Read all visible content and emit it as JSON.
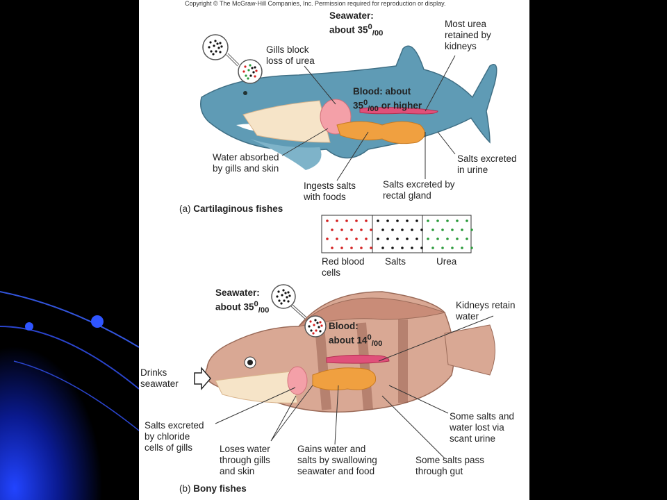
{
  "copyright": "Copyright © The McGraw-Hill Companies, Inc. Permission required for reproduction or display.",
  "shark": {
    "seawater": "Seawater:",
    "seawater_value": "about 35",
    "blood_1": "Blood: about",
    "blood_2": "35",
    "blood_3": " or higher",
    "urea_1": "Most urea",
    "urea_2": "retained by",
    "urea_3": "kidneys",
    "gills_1": "Gills block",
    "gills_2": "loss of urea",
    "water_1": "Water absorbed",
    "water_2": "by gills and skin",
    "ingests_1": "Ingests salts",
    "ingests_2": "with foods",
    "rectal_1": "Salts excreted by",
    "rectal_2": "rectal gland",
    "urine_1": "Salts excreted",
    "urine_2": "in urine",
    "caption_prefix": "(a)",
    "caption": "Cartilaginous fishes"
  },
  "legend": {
    "red_1": "Red blood",
    "red_2": "cells",
    "salts": "Salts",
    "urea": "Urea"
  },
  "bony": {
    "seawater": "Seawater:",
    "seawater_value": "about 35",
    "blood_1": "Blood:",
    "blood_2": "about 14",
    "kidneys_1": "Kidneys retain",
    "kidneys_2": "water",
    "drinks_1": "Drinks",
    "drinks_2": "seawater",
    "chloride_1": "Salts excreted",
    "chloride_2": "by chloride",
    "chloride_3": "cells of gills",
    "loses_1": "Loses water",
    "loses_2": "through gills",
    "loses_3": "and skin",
    "gains_1": "Gains water and",
    "gains_2": "salts by swallowing",
    "gains_3": "seawater and food",
    "salts_urine_1": "Some salts and",
    "salts_urine_2": "water lost via",
    "salts_urine_3": "scant urine",
    "gut_1": "Some salts pass",
    "gut_2": "through gut",
    "caption_prefix": "(b)",
    "caption": "Bony fishes"
  },
  "unit_sup": "0",
  "unit_sub": "/00",
  "colors": {
    "background": "#000000",
    "red_blood_cells": "#d42020",
    "salts": "#111111",
    "urea": "#2a9a3a",
    "shark_body": "#5f9bb5",
    "bony_body": "#d9a894",
    "kidney": "#e0507a",
    "gut": "#f0a040"
  }
}
